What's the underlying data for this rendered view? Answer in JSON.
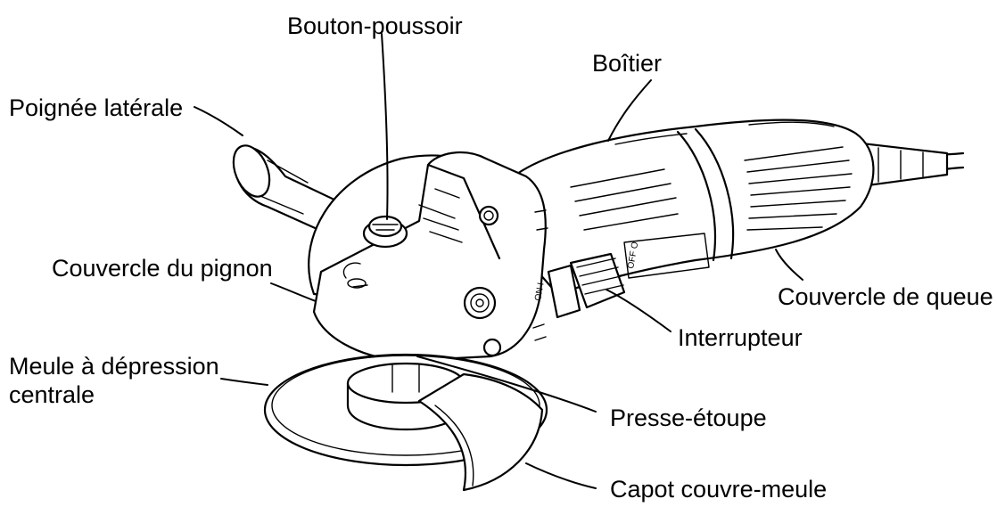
{
  "labels": {
    "push_button": "Bouton-poussoir",
    "housing": "Boîtier",
    "side_handle": "Poignée latérale",
    "gear_cover": "Couvercle du pignon",
    "tail_cover": "Couvercle de queue",
    "switch": "Interrupteur",
    "wheel_line1": "Meule à dépression",
    "wheel_line2": "centrale",
    "gland": "Presse-étoupe",
    "guard": "Capot couvre-meule"
  },
  "switch_marks": {
    "on": "ON I",
    "off": "OFF O"
  }
}
